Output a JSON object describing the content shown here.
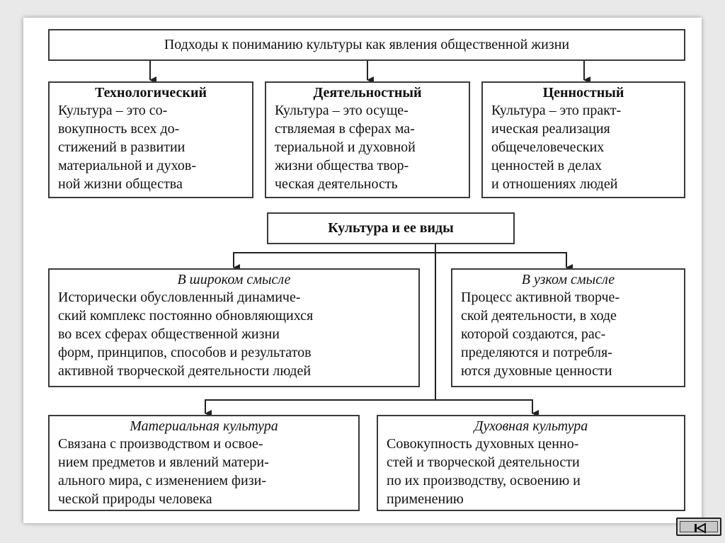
{
  "top_title": "Подходы к пониманию культуры как явления общественной жизни",
  "approaches": [
    {
      "heading": "Технологический",
      "text": "Культура – это со-\nвокупность всех до-\nстижений в развитии\nматериальной и духов-\nной жизни общества"
    },
    {
      "heading": "Деятельностный",
      "text": "Культура – это осуще-\nствляемая в сферах ма-\nтериальной и духовной\nжизни общества твор-\nческая деятельность"
    },
    {
      "heading": "Ценностный",
      "text": "Культура – это практ-\nическая реализация\nобщечеловеческих\nценностей в делах\nи отношениях людей"
    }
  ],
  "center_title": "Культура и ее виды",
  "senses": [
    {
      "heading": "В широком смысле",
      "text": "Исторически обусловленный динамиче-\nский комплекс постоянно обновляющихся\nво всех сферах общественной жизни\nформ, принципов, способов и результатов\nактивной творческой деятельности людей"
    },
    {
      "heading": "В узком смысле",
      "text": "Процесс активной творче-\nской деятельности, в ходе\nкоторой создаются, рас-\nпределяются и потребля-\nются духовные ценности"
    }
  ],
  "kinds": [
    {
      "heading": "Материальная культура",
      "text": "Связана с производством и освое-\nнием предметов и явлений матери-\nального мира, с изменением физи-\nческой природы человека"
    },
    {
      "heading": "Духовная культура",
      "text": "Совокупность духовных ценно-\nстей и творческой деятельности\nпо их производству, освоению и\nприменению"
    }
  ],
  "nav": {
    "icon": "skip-back-icon"
  }
}
